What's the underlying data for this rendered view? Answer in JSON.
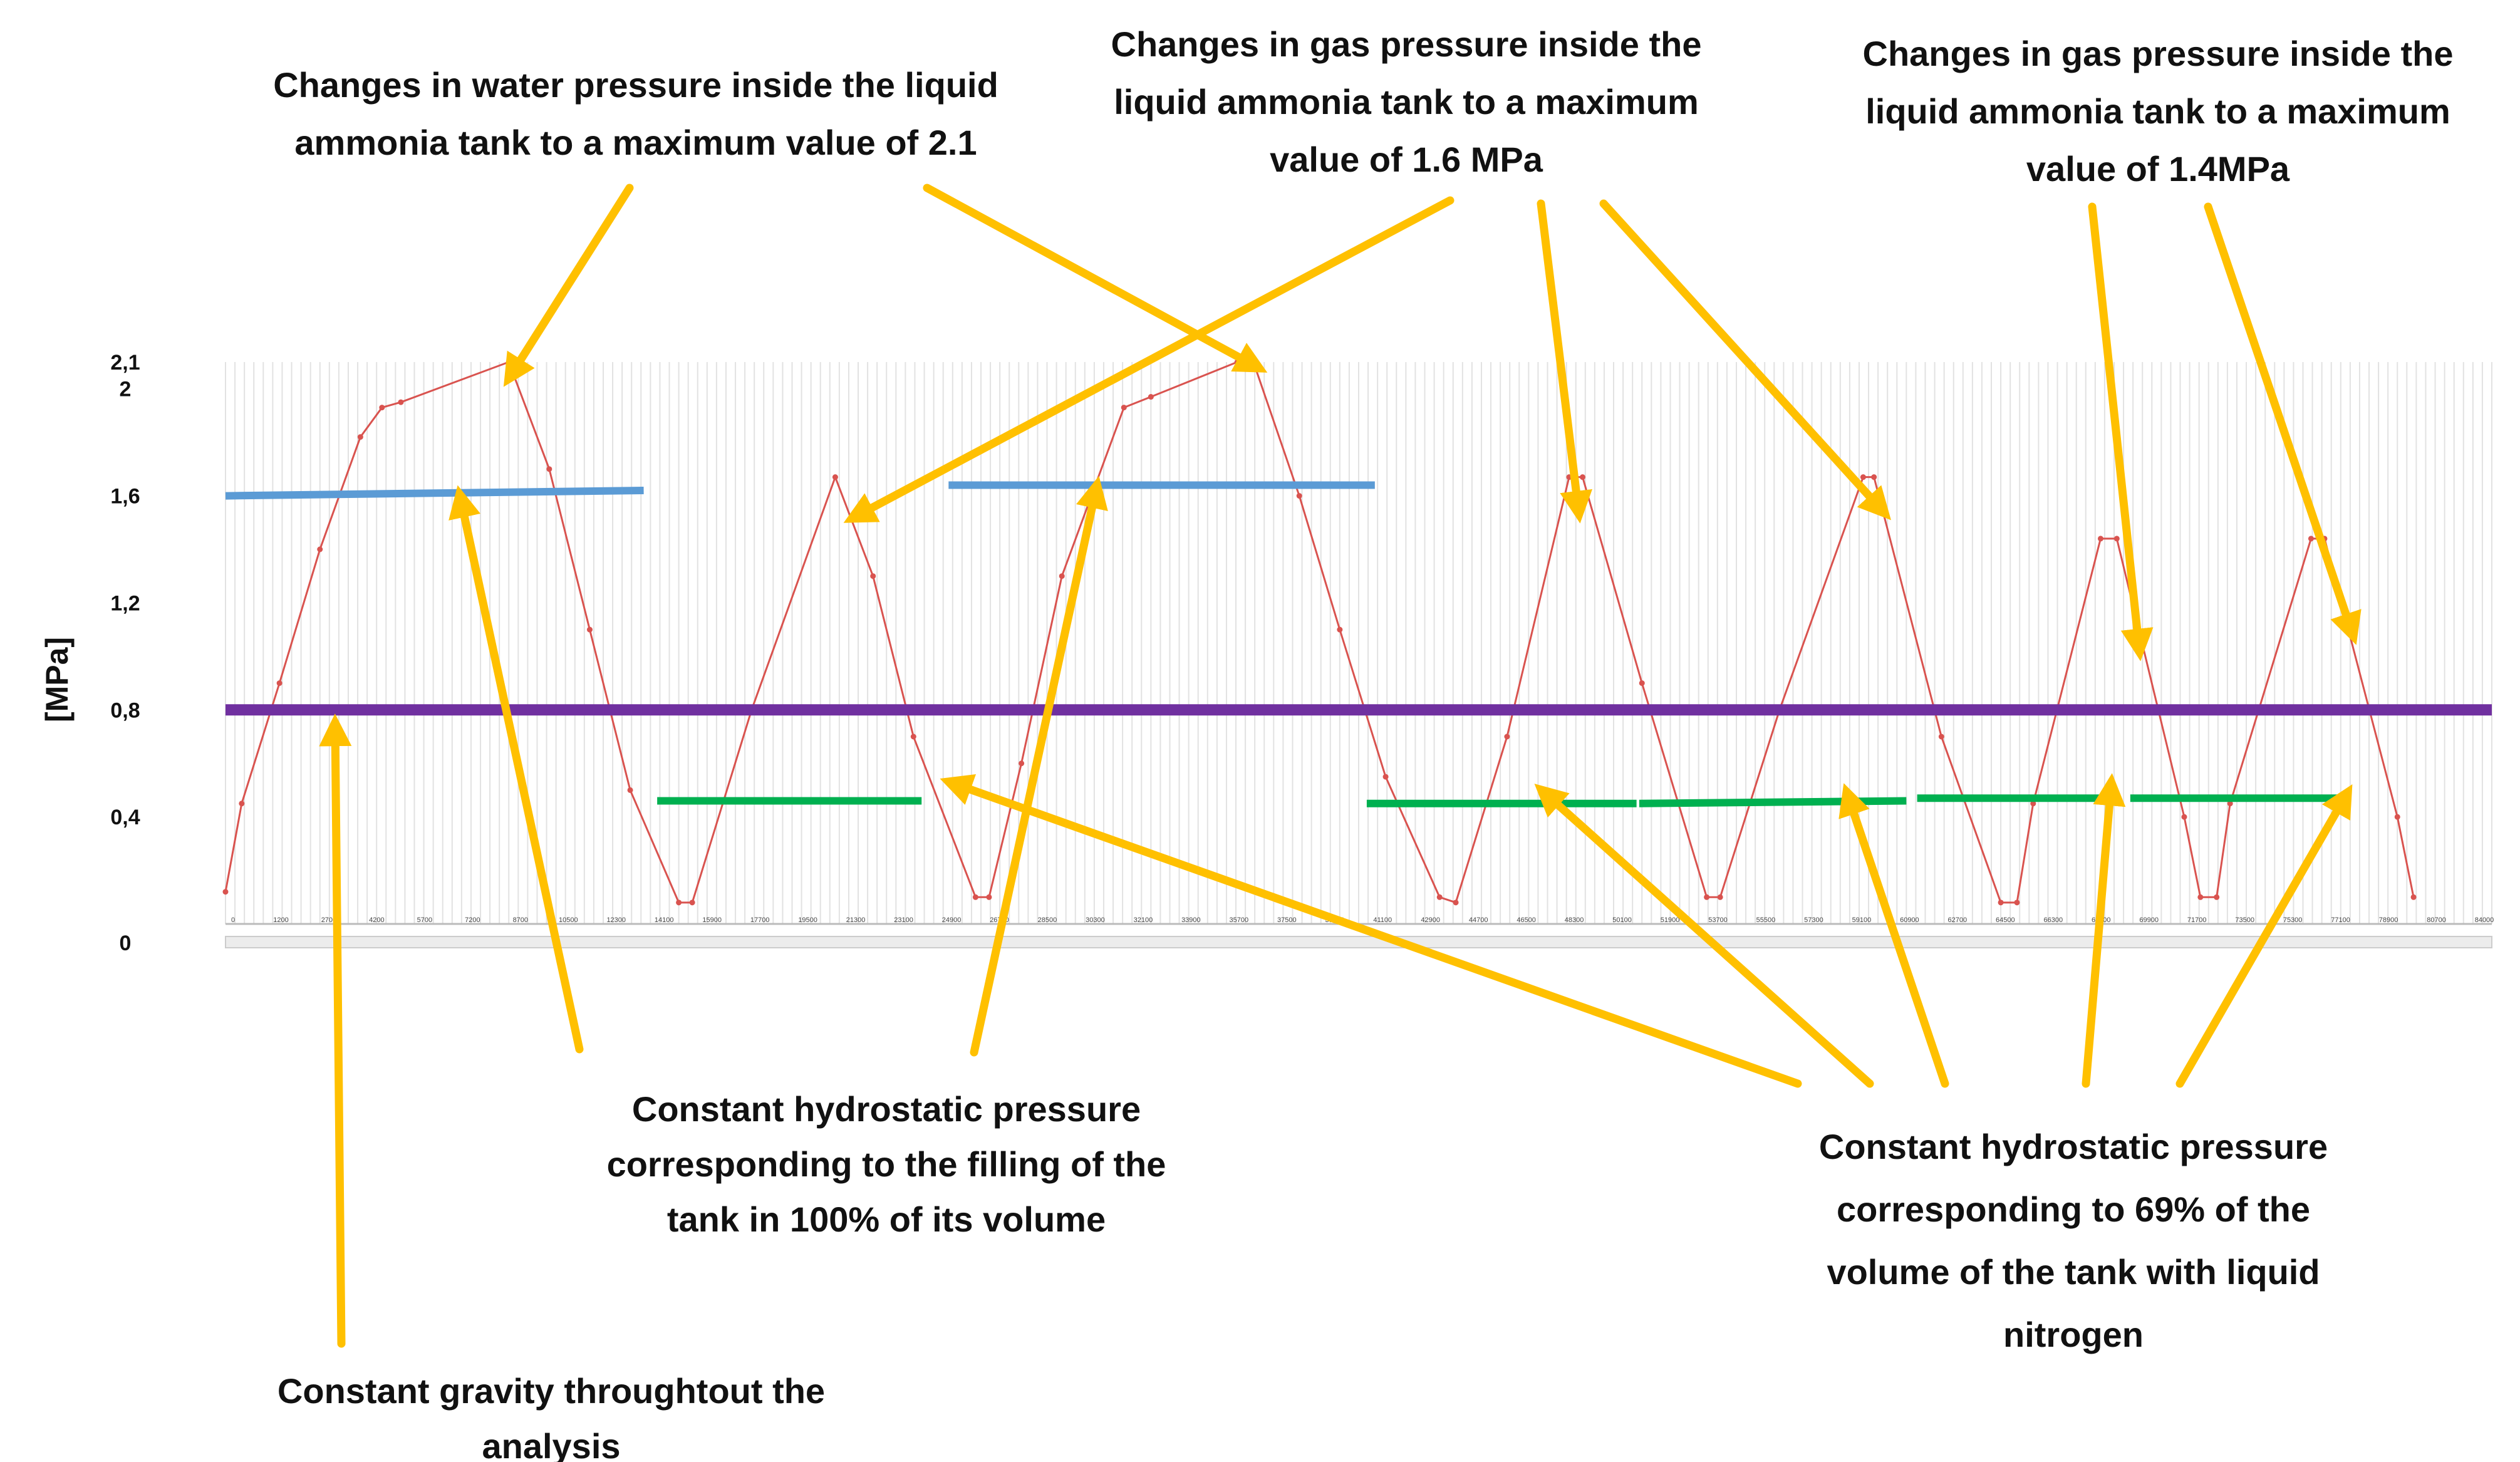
{
  "chart_data": {
    "type": "line",
    "ylabel": "[MPa]",
    "y_ticks": [
      {
        "value": 0,
        "label": "0"
      },
      {
        "value": 0.4,
        "label": "0,4"
      },
      {
        "value": 0.8,
        "label": "0,8"
      },
      {
        "value": 1.2,
        "label": "1,2"
      },
      {
        "value": 1.6,
        "label": "1,6"
      },
      {
        "value": 2.0,
        "label": "2"
      },
      {
        "value": 2.1,
        "label": "2,1"
      }
    ],
    "ylim": [
      0,
      2.1
    ],
    "xlim": [
      0,
      84000
    ],
    "x_tick_labels": [
      "0",
      "1200",
      "2700",
      "4200",
      "5700",
      "7200",
      "8700",
      "10500",
      "12300",
      "14100",
      "15900",
      "17700",
      "19500",
      "21300",
      "23100",
      "24900",
      "26700",
      "28500",
      "30300",
      "32100",
      "33900",
      "35700",
      "37500",
      "39300",
      "41100",
      "42900",
      "44700",
      "46500",
      "48300",
      "50100",
      "51900",
      "53700",
      "55500",
      "57300",
      "59100",
      "60900",
      "62700",
      "64500",
      "66300",
      "68100",
      "69900",
      "71700",
      "73500",
      "75300",
      "77100",
      "78900",
      "80700",
      "84000"
    ],
    "grid": true,
    "series": [
      {
        "color": "#d9534f",
        "points": [
          [
            0,
            0.12
          ],
          [
            600,
            0.45
          ],
          [
            2000,
            0.9
          ],
          [
            3500,
            1.4
          ],
          [
            5000,
            1.82
          ],
          [
            5800,
            1.93
          ],
          [
            6500,
            1.95
          ],
          [
            10500,
            2.1
          ],
          [
            12000,
            1.7
          ],
          [
            13500,
            1.1
          ],
          [
            15000,
            0.5
          ],
          [
            16800,
            0.08
          ],
          [
            17300,
            0.08
          ],
          [
            19500,
            0.8
          ],
          [
            22600,
            1.67
          ],
          [
            24000,
            1.3
          ],
          [
            25500,
            0.7
          ],
          [
            27800,
            0.1
          ],
          [
            28300,
            0.1
          ],
          [
            29500,
            0.6
          ],
          [
            31000,
            1.3
          ],
          [
            33300,
            1.93
          ],
          [
            34300,
            1.97
          ],
          [
            37500,
            2.1
          ],
          [
            38100,
            2.1
          ],
          [
            39800,
            1.6
          ],
          [
            41300,
            1.1
          ],
          [
            43000,
            0.55
          ],
          [
            45000,
            0.1
          ],
          [
            45600,
            0.08
          ],
          [
            47500,
            0.7
          ],
          [
            49800,
            1.67
          ],
          [
            50300,
            1.67
          ],
          [
            52500,
            0.9
          ],
          [
            54900,
            0.1
          ],
          [
            55400,
            0.1
          ],
          [
            57600,
            0.8
          ],
          [
            60700,
            1.67
          ],
          [
            61100,
            1.67
          ],
          [
            63600,
            0.7
          ],
          [
            65800,
            0.08
          ],
          [
            66400,
            0.08
          ],
          [
            67000,
            0.45
          ],
          [
            69500,
            1.44
          ],
          [
            70100,
            1.44
          ],
          [
            72600,
            0.4
          ],
          [
            73200,
            0.1
          ],
          [
            73800,
            0.1
          ],
          [
            74300,
            0.45
          ],
          [
            77300,
            1.44
          ],
          [
            77800,
            1.44
          ],
          [
            80500,
            0.4
          ],
          [
            81100,
            0.1
          ]
        ]
      }
    ],
    "constant_lines": [
      {
        "color": "#5b9bd5",
        "x_start": 0,
        "x_end": 15500,
        "y_start": 1.6,
        "y_end": 1.62
      },
      {
        "color": "#5b9bd5",
        "x_start": 26800,
        "x_end": 42600,
        "y_start": 1.64,
        "y_end": 1.64
      },
      {
        "color": "#7030a0",
        "x_start": 0,
        "x_end": 84000,
        "y_start": 0.8,
        "y_end": 0.8
      },
      {
        "color": "#00b050",
        "x_start": 16000,
        "x_end": 25800,
        "y_start": 0.46,
        "y_end": 0.46
      },
      {
        "color": "#00b050",
        "x_start": 42300,
        "x_end": 52300,
        "y_start": 0.45,
        "y_end": 0.45
      },
      {
        "color": "#00b050",
        "x_start": 52400,
        "x_end": 62300,
        "y_start": 0.45,
        "y_end": 0.46
      },
      {
        "color": "#00b050",
        "x_start": 62700,
        "x_end": 70000,
        "y_start": 0.47,
        "y_end": 0.47
      },
      {
        "color": "#00b050",
        "x_start": 70600,
        "x_end": 78300,
        "y_start": 0.47,
        "y_end": 0.47
      }
    ],
    "annotation_color": "#ffc000",
    "annotations": [
      {
        "id": "water-pressure",
        "lines": [
          "Changes in water pressure inside the liquid",
          "ammonia tank to a maximum value of 2.1"
        ]
      },
      {
        "id": "gas-pressure-1-6",
        "lines": [
          "Changes in gas pressure inside the",
          "liquid ammonia tank to a maximum",
          "value of 1.6 MPa"
        ]
      },
      {
        "id": "gas-pressure-1-4",
        "lines": [
          "Changes in gas pressure inside the",
          "liquid ammonia tank to a maximum",
          "value of 1.4MPa"
        ]
      },
      {
        "id": "hydrostatic-100",
        "lines": [
          "Constant hydrostatic pressure",
          "corresponding to the filling of the",
          "tank in 100% of its volume"
        ]
      },
      {
        "id": "hydrostatic-69",
        "lines": [
          "Constant hydrostatic pressure",
          "corresponding to 69% of the",
          "volume of the tank with liquid",
          "nitrogen"
        ]
      },
      {
        "id": "gravity",
        "lines": [
          "Constant gravity throughtout the",
          "analysis"
        ]
      }
    ]
  }
}
